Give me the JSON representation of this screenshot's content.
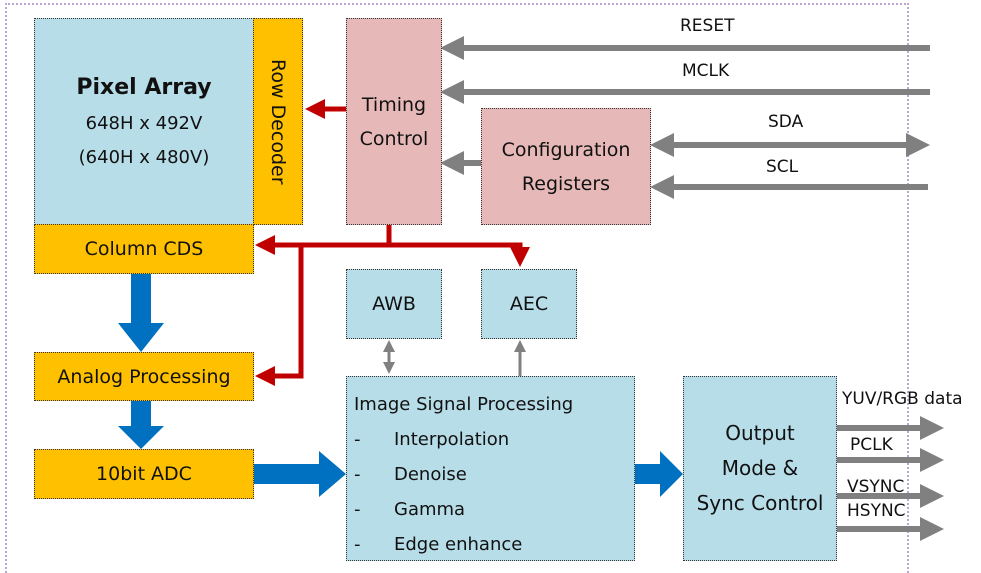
{
  "blocks": {
    "pixel_array": {
      "title": "Pixel Array",
      "line1": "648H x 492V",
      "line2": "(640H x 480V)"
    },
    "row_decoder": "Row Decoder",
    "column_cds": "Column CDS",
    "analog_processing": "Analog Processing",
    "adc": "10bit ADC",
    "timing_control": {
      "line1": "Timing",
      "line2": "Control"
    },
    "config_registers": {
      "line1": "Configuration",
      "line2": "Registers"
    },
    "awb": "AWB",
    "aec": "AEC",
    "isp": {
      "title": "Image Signal Processing",
      "items": [
        "Interpolation",
        "Denoise",
        "Gamma",
        "Edge enhance"
      ],
      "bullet": "-"
    },
    "output": {
      "line1": "Output",
      "line2": "Mode &",
      "line3": "Sync Control"
    }
  },
  "signals": {
    "inputs": [
      "RESET",
      "MCLK",
      "SDA",
      "SCL"
    ],
    "outputs": [
      "YUV/RGB data",
      "PCLK",
      "VSYNC",
      "HSYNC"
    ]
  },
  "colors": {
    "analog_blocks": "#ffc000",
    "digital_blocks": "#b7dde8",
    "control_blocks": "#e6b9b8",
    "control_arrows": "#c00000",
    "data_arrows": "#0070c0",
    "io_arrows": "#808080"
  }
}
